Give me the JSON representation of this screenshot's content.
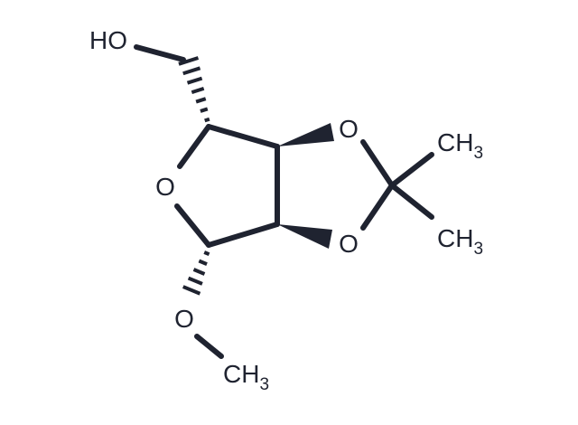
{
  "molecule": {
    "atoms": {
      "ho": "HO",
      "ring_o": "O",
      "dioxolane_o_top": "O",
      "dioxolane_o_bottom": "O",
      "methoxy_o": "O",
      "ch3_top": {
        "main": "CH",
        "sub": "3"
      },
      "ch3_bottom": {
        "main": "CH",
        "sub": "3"
      },
      "ch3_methoxy": {
        "main": "CH",
        "sub": "3"
      }
    },
    "colors": {
      "ink": "#1f2330",
      "background": "#ffffff"
    }
  }
}
